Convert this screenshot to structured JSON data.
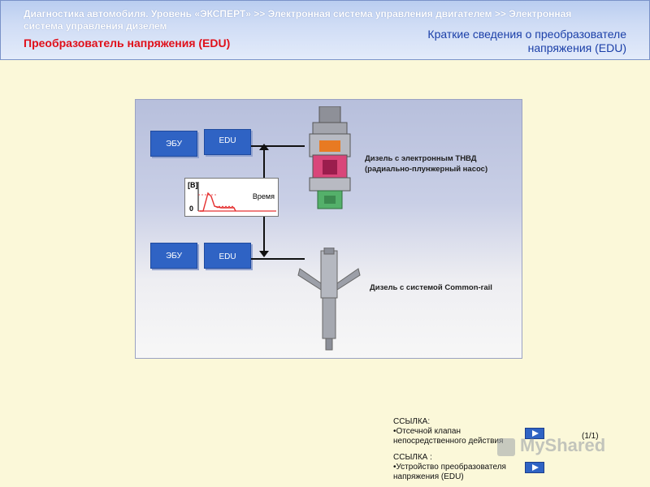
{
  "header": {
    "breadcrumb": "Диагностика автомобиля. Уровень «ЭКСПЕРТ» >> Электронная система управления двигателем >> Электронная система управления дизелем",
    "section_title": "Преобразователь напряжения (EDU)",
    "page_title": "Краткие сведения о преобразователе напряжения (EDU)"
  },
  "diagram": {
    "top_ecu": "ЭБУ",
    "top_edu": "EDU",
    "bottom_ecu": "ЭБУ",
    "bottom_edu": "EDU",
    "graph": {
      "unit": "[В]",
      "zero": "0",
      "time": "Время"
    },
    "label_top_line1": "Дизель с электронным ТНВД",
    "label_top_line2": "(радиально-плунжерный насос)",
    "label_bottom": "Дизель с системой Common-rail"
  },
  "refs": [
    {
      "title": "ССЫЛКА:",
      "line1": "•Отсечной клапан",
      "line2": "непосредственного действия"
    },
    {
      "title": "ССЫЛКА :",
      "line1": "•Устройство преобразователя",
      "line2": "напряжения (EDU)"
    }
  ],
  "pager": "(1/1)",
  "watermark": "MyShared",
  "colors": {
    "accent_blue": "#2f63c4",
    "title_red": "#e0101a",
    "title_blue": "#1b3fa8",
    "background": "#fbf8d9"
  }
}
